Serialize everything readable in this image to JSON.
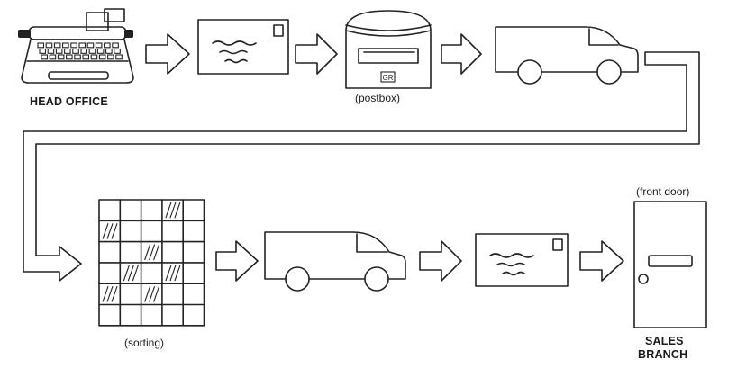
{
  "labels": {
    "head_office": "HEAD OFFICE",
    "postbox": "(postbox)",
    "postbox_sign": "GR",
    "sorting": "(sorting)",
    "front_door": "(front door)",
    "sales_branch_line1": "SALES",
    "sales_branch_line2": "BRANCH"
  }
}
